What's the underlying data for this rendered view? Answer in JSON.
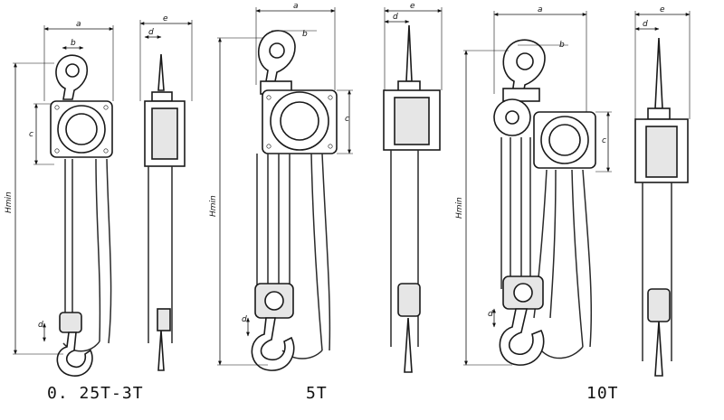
{
  "groups": [
    {
      "id": "small",
      "caption": "0. 25T-3T",
      "dims": {
        "a": "a",
        "b": "b",
        "c": "c",
        "d": "d",
        "e": "e",
        "d2": "d",
        "hmin": "Hmin"
      }
    },
    {
      "id": "mid",
      "caption": "5T",
      "dims": {
        "a": "a",
        "b": "b",
        "c": "c",
        "d": "d",
        "e": "e",
        "d2": "d",
        "hmin": "Hmin"
      }
    },
    {
      "id": "large",
      "caption": "10T",
      "dims": {
        "a": "a",
        "b": "b",
        "c": "c",
        "d": "d",
        "e": "e",
        "d2": "d",
        "hmin": "Hmin"
      }
    }
  ],
  "colors": {
    "line": "#111111",
    "fill": "#ffffff",
    "shade": "#e6e6e6"
  }
}
